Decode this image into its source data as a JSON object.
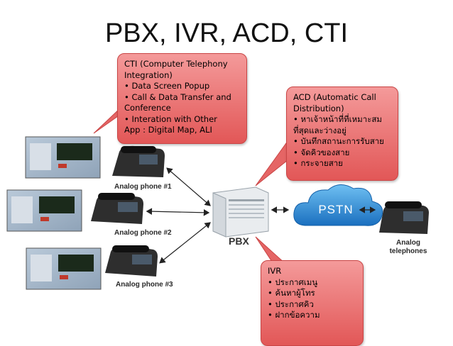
{
  "title": "PBX, IVR, ACD, CTI",
  "cti": {
    "lines": [
      "CTI (Computer Telephony",
      "Integration)",
      "• Data Screen Popup",
      "• Call & Data Transfer and",
      "Conference",
      "• Interation with Other",
      "App : Digital Map, ALI"
    ]
  },
  "acd": {
    "lines": [
      "ACD (Automatic Call",
      "Distribution)",
      "• หาเจ้าหน้าที่ที่เหมาะสม",
      "ที่สุดและว่างอยู่",
      "• บันทึกสถานะการรับสาย",
      "• จัดคิวของสาย",
      "• กระจายสาย"
    ]
  },
  "ivr": {
    "lines": [
      "IVR",
      "• ประกาศเมนู",
      "• ค้นหาผู้โทร",
      "• ประกาศคิว",
      "• ฝากข้อความ"
    ]
  },
  "labels": {
    "phone1": "Analog phone #1",
    "phone2": "Analog phone #2",
    "phone3": "Analog phone #3",
    "pbx": "PBX",
    "pstn": "PSTN",
    "analog_telephones": "Analog telephones"
  },
  "colors": {
    "callout": "#e56565",
    "cloud": "#2f8fd6"
  }
}
